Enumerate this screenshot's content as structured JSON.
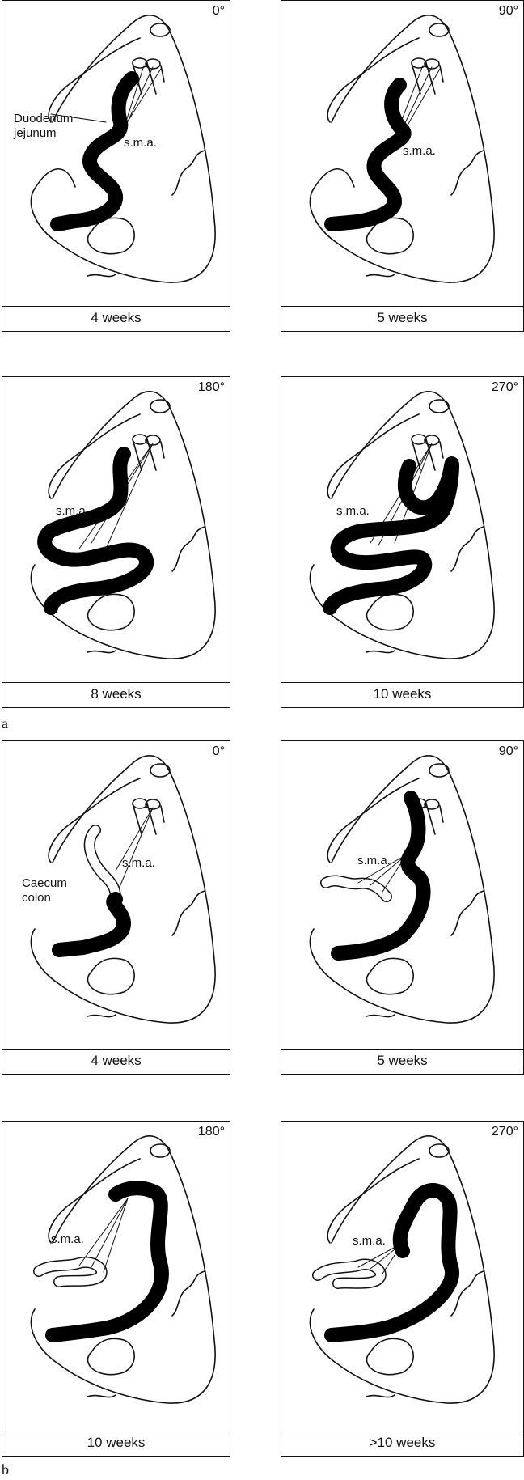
{
  "figure": {
    "section_a_label": "a",
    "section_b_label": "b"
  },
  "panels": [
    {
      "angle": "0°",
      "caption": "4 weeks",
      "labels": {
        "structure": "Duodenum\njejunum",
        "sma": "s.m.a."
      }
    },
    {
      "angle": "90°",
      "caption": "5 weeks",
      "labels": {
        "sma": "s.m.a."
      }
    },
    {
      "angle": "180°",
      "caption": "8 weeks",
      "labels": {
        "sma": "s.m.a."
      }
    },
    {
      "angle": "270°",
      "caption": "10 weeks",
      "labels": {
        "sma": "s.m.a."
      }
    },
    {
      "angle": "0°",
      "caption": "4 weeks",
      "labels": {
        "structure": "Caecum\ncolon",
        "sma": "s.m.a."
      }
    },
    {
      "angle": "90°",
      "caption": "5 weeks",
      "labels": {
        "sma": "s.m.a."
      }
    },
    {
      "angle": "180°",
      "caption": "10 weeks",
      "labels": {
        "sma": "s.m.a."
      }
    },
    {
      "angle": "270°",
      "caption": ">10 weeks",
      "labels": {
        "sma": "s.m.a."
      }
    }
  ]
}
